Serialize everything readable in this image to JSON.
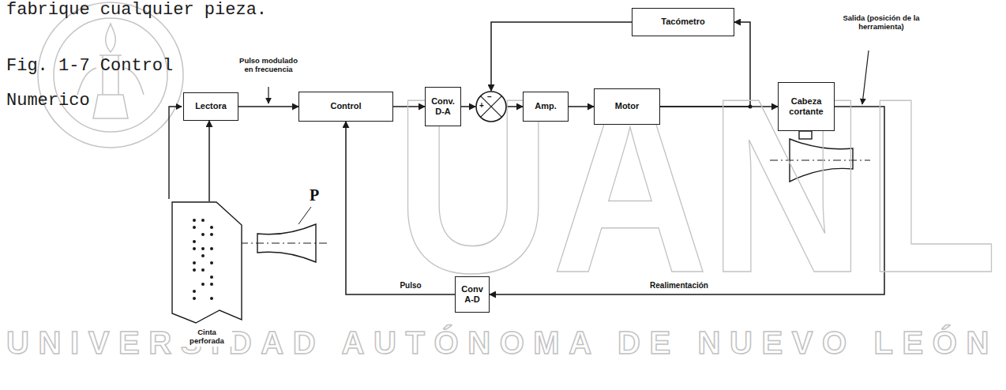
{
  "diagram": {
    "title": "Fig. 1-7 Control Numerico",
    "nodes": [
      {
        "text": [
          "Lectora"
        ]
      },
      {
        "text": [
          "Control"
        ]
      },
      {
        "text": [
          "Conv. D-A"
        ]
      },
      {
        "text": [
          "−",
          "+"
        ]
      },
      {
        "text": [
          "Amp."
        ]
      },
      {
        "text": [
          "Motor"
        ]
      },
      {
        "text": [
          "Tacómetro"
        ]
      },
      {
        "text": [
          "Cabeza cortante"
        ]
      },
      {
        "text": [
          "Conv A-D"
        ]
      },
      {
        "text": [
          "Cinta perforada"
        ]
      }
    ],
    "edges": [
      {
        "from": 9,
        "to": 0,
        "arrow": "to"
      },
      {
        "from": 0,
        "to": 1,
        "arrow": "to"
      },
      {
        "from": 1,
        "to": 2,
        "arrow": "to"
      },
      {
        "from": 2,
        "to": 3,
        "arrow": "to"
      },
      {
        "from": 3,
        "to": 4,
        "arrow": "to"
      },
      {
        "from": 4,
        "to": 5,
        "arrow": "to"
      },
      {
        "from": 5,
        "to": 7,
        "arrow": "to"
      },
      {
        "from": 5,
        "to": 6,
        "arrow": "to"
      },
      {
        "from": 6,
        "to": 3,
        "arrow": "to"
      },
      {
        "from": 7,
        "to": 8,
        "label": "Realimentación",
        "arrow": "to"
      },
      {
        "from": 8,
        "to": 1,
        "label": "Pulso",
        "arrow": "to"
      }
    ],
    "labels": [
      "fabrique cualquier pieza.",
      "Pulso modulado en frecuencia",
      "Salida (posición de la herramienta)",
      "P",
      "UANL",
      "UNIVERSIDAD AUTÓNOMA DE NUEVO LEÓN"
    ]
  }
}
